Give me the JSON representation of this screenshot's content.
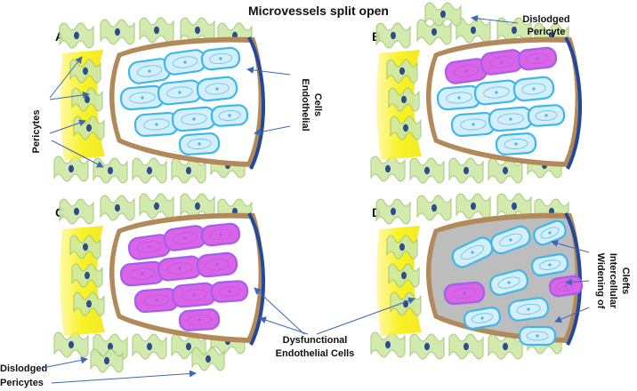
{
  "title": "Microvessels split open",
  "panels": [
    {
      "letter": "A",
      "dysfunctional": [],
      "widened": false
    },
    {
      "letter": "B",
      "dysfunctional": [
        0,
        1,
        2
      ],
      "widened": false
    },
    {
      "letter": "C",
      "dysfunctional": [
        0,
        1,
        2,
        3,
        4,
        5,
        6,
        7,
        8,
        9
      ],
      "widened": false
    },
    {
      "letter": "D",
      "dysfunctional": [
        3,
        8
      ],
      "widened": true
    }
  ],
  "labels": {
    "pericytes": "Pericytes",
    "endothelial_1": "Endothelial",
    "endothelial_2": "Cells",
    "dislodged_pericyte_1": "Dislodged",
    "dislodged_pericyte_2": "Pericyte",
    "dislodged_pericytes_1": "Dislodged",
    "dislodged_pericytes_2": "Pericytes",
    "dysfunctional_1": "Dysfunctional",
    "dysfunctional_2": "Endothelial Cells",
    "widening_1": "Widening of",
    "widening_2": "Intercellular",
    "widening_3": "Clefts"
  },
  "colors": {
    "pericyte_fill": "#cfe8a6",
    "pericyte_stroke": "#9cc46e",
    "nucleus": "#2c4d8f",
    "vessel_wall": "#f6f000",
    "lumen": "#ffffff",
    "endothelial_fill": "#d4eefc",
    "endothelial_stroke": "#3cb8ec",
    "dysfunctional_fill": "#dc62e6",
    "dysfunctional_stroke": "#a060f0",
    "basement_band": "#b28a5a",
    "rim": "#23479a",
    "cleft_grey": "#bdbdbd",
    "arrow": "#3d68b8"
  }
}
